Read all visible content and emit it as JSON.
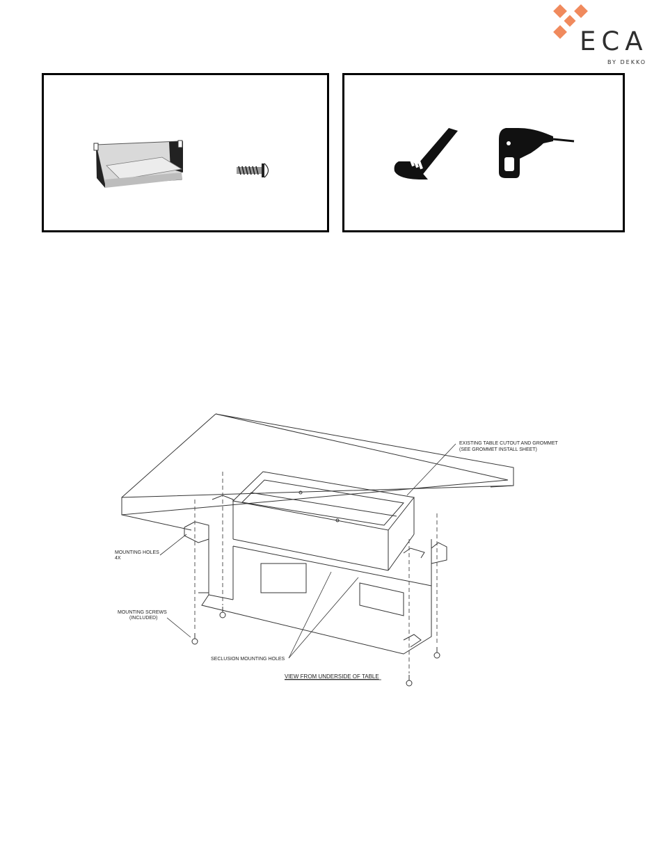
{
  "brand": {
    "wordmark": "ECA",
    "tagline": "BY DEKKO",
    "accent_color": "#f08a5d"
  },
  "parts_panel": {
    "items": [
      {
        "icon": "bracket-icon"
      },
      {
        "icon": "screw-icon"
      }
    ]
  },
  "tools_panel": {
    "items": [
      {
        "icon": "saw-icon"
      },
      {
        "icon": "drill-icon"
      }
    ]
  },
  "diagram": {
    "callouts": {
      "cutout_line1": "EXISTING TABLE CUTOUT AND GROMMET",
      "cutout_line2": "(SEE GROMMET INSTALL SHEET)",
      "holes_line1": "MOUNTING HOLES",
      "holes_line2": "4X",
      "screws_line1": "MOUNTING SCREWS",
      "screws_line2": "(INCLUDED)",
      "seclusion": "SECLUSION MOUNTING HOLES"
    },
    "caption": "VIEW FROM UNDERSIDE OF TABLE"
  }
}
